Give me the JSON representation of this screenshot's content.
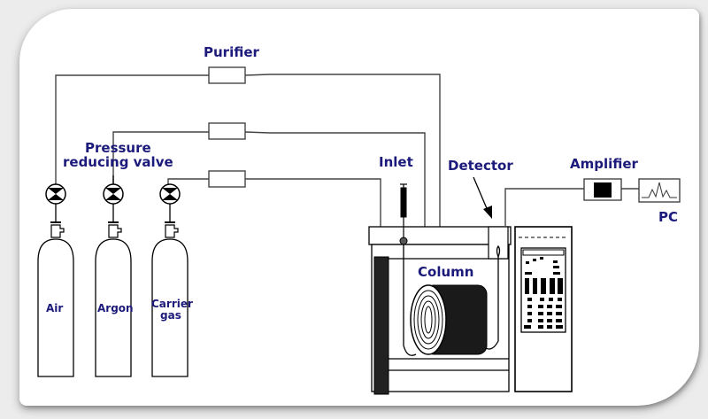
{
  "diagram": {
    "title": "Gas chromatography system schematic",
    "label_color": "#1c1a7a",
    "labels": {
      "purifier": "Purifier",
      "pressure_valve_line1": "Pressure",
      "pressure_valve_line2": "reducing valve",
      "inlet": "Inlet",
      "detector": "Detector",
      "amplifier": "Amplifier",
      "pc": "PC",
      "column": "Column"
    },
    "cylinders": [
      {
        "label": "Air"
      },
      {
        "label": "Argon"
      },
      {
        "label_line1": "Carrier",
        "label_line2": "gas"
      }
    ]
  }
}
